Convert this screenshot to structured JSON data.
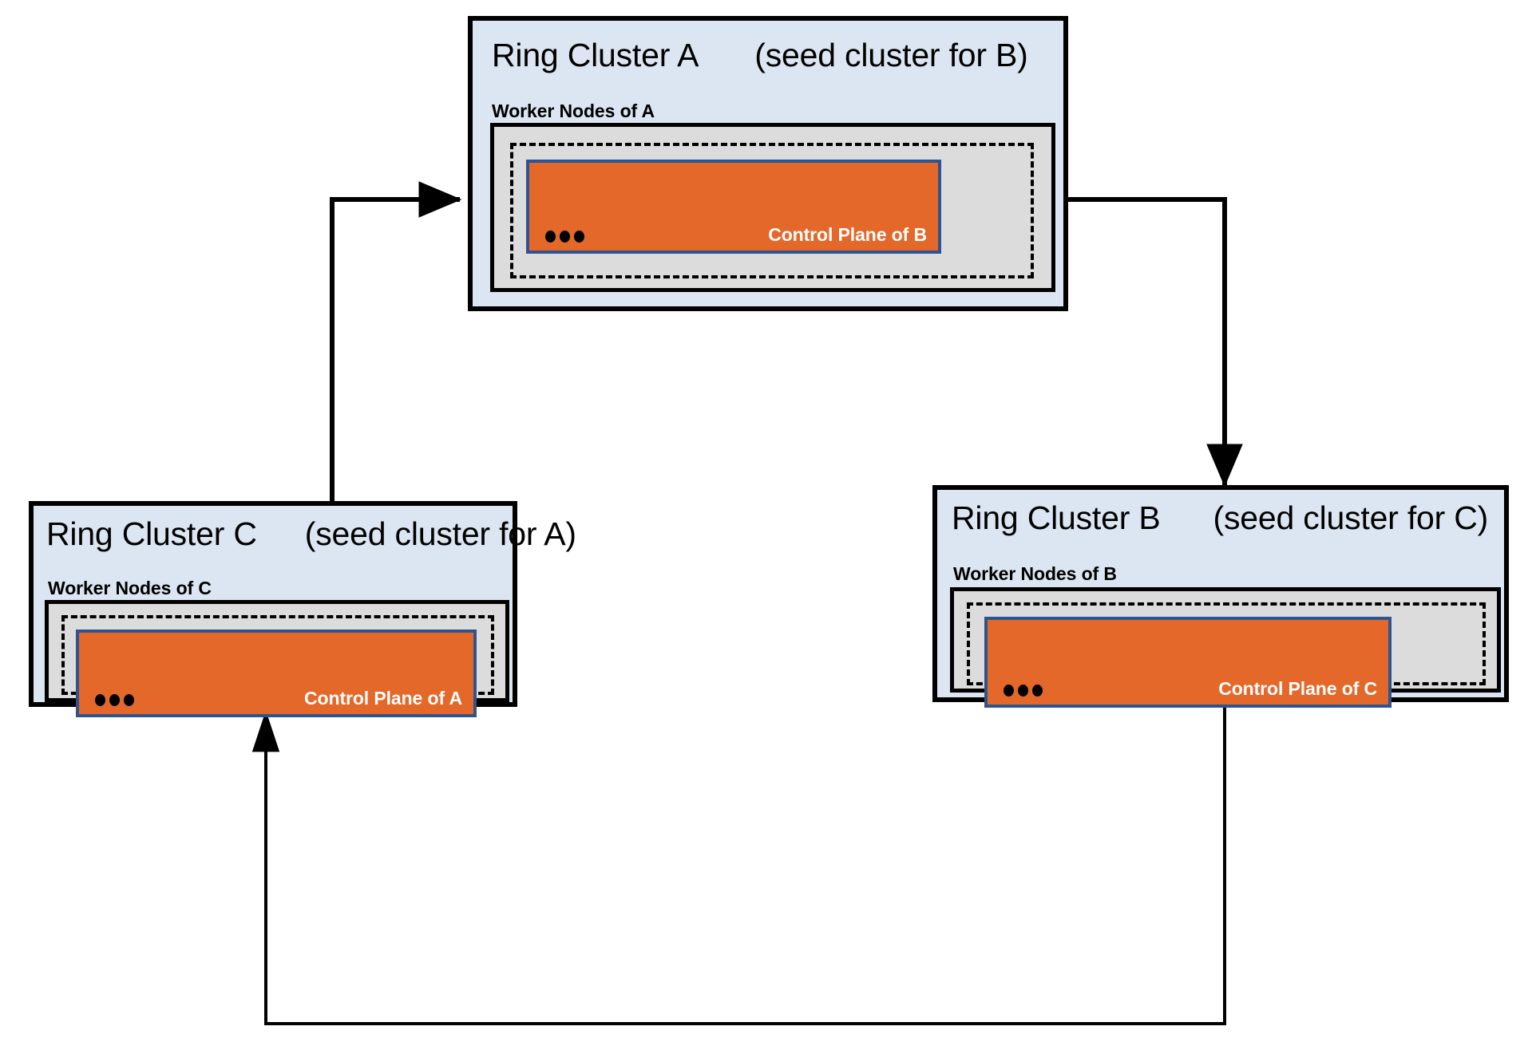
{
  "diagram": {
    "title": "Ring cluster topology with seed-cluster relationships",
    "colors": {
      "cluster_background": "#dce6f2",
      "cluster_border": "#000000",
      "worker_box_background": "#dcdcdc",
      "worker_box_border": "#000000",
      "node_box_border": "#000000",
      "control_plane_fill": "#e3682a",
      "control_plane_border": "#2e5490",
      "control_plane_label": "#ffffff",
      "arrow": "#000000",
      "page_background": "#ffffff"
    },
    "clusters": [
      {
        "id": "a",
        "title": "Ring Cluster A",
        "seed_note": "(seed cluster for B)",
        "worker_label": "Worker Nodes of A",
        "control_plane_label": "Control Plane of B",
        "ellipsis": "●●●"
      },
      {
        "id": "c",
        "title": "Ring Cluster C",
        "seed_note": "(seed cluster for A)",
        "worker_label": "Worker Nodes of C",
        "control_plane_label": "Control Plane of A",
        "ellipsis": "●●●"
      },
      {
        "id": "b",
        "title": "Ring Cluster B",
        "seed_note": "(seed cluster for C)",
        "worker_label": "Worker Nodes of B",
        "control_plane_label": "Control Plane of C",
        "ellipsis": "●●●"
      }
    ],
    "arrows": [
      {
        "id": "a-to-b",
        "from": "Ring Cluster A",
        "to": "Ring Cluster B",
        "direction": "right-then-down"
      },
      {
        "id": "b-to-c",
        "from": "Ring Cluster B",
        "to": "Ring Cluster C",
        "direction": "down-then-left-then-up"
      },
      {
        "id": "c-to-a",
        "from": "Ring Cluster C",
        "to": "Ring Cluster A",
        "direction": "up-then-right"
      }
    ]
  }
}
